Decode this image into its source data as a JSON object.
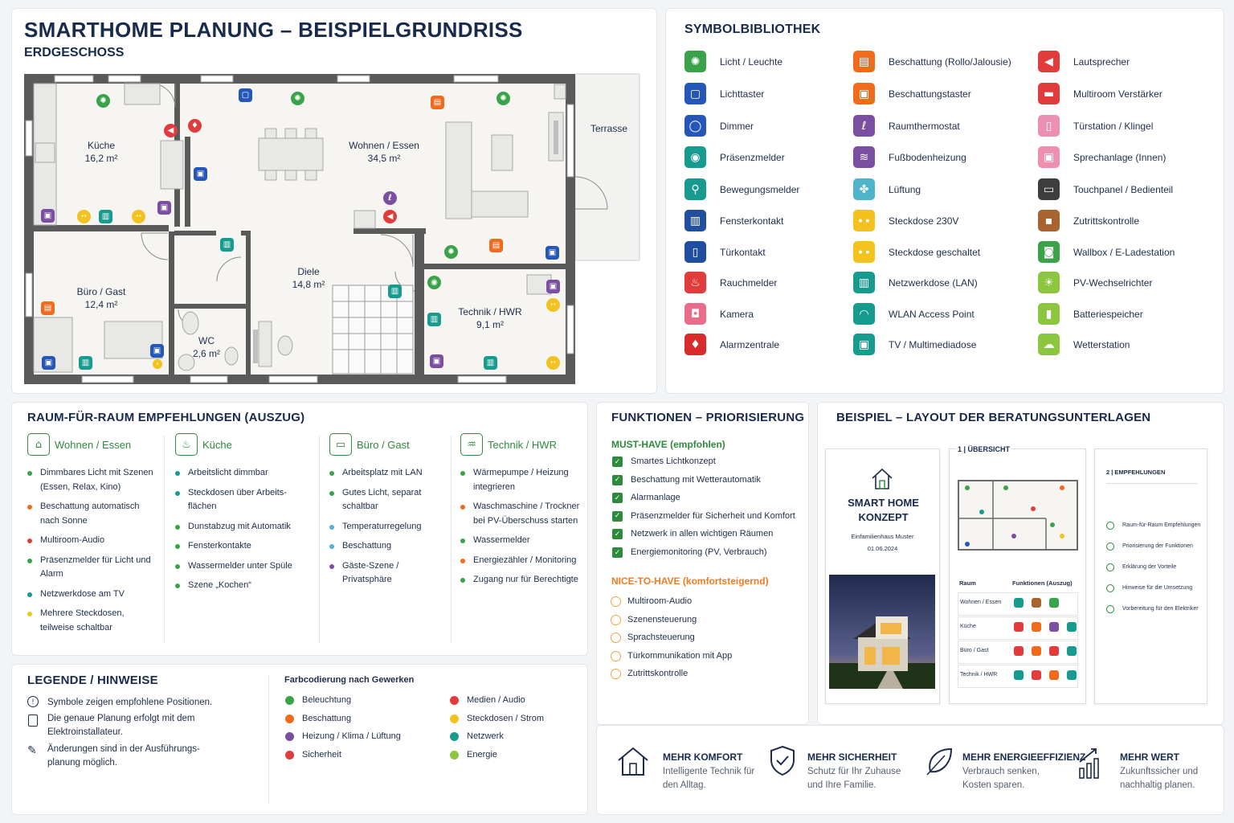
{
  "floorplan": {
    "title": "SMARTHOME PLANUNG – BEISPIELGRUNDRISS",
    "subtitle": "ERDGESCHOSS",
    "rooms": {
      "kueche": {
        "name": "Küche",
        "area": "16,2 m²"
      },
      "wohnen": {
        "name": "Wohnen / Essen",
        "area": "34,5 m²"
      },
      "terrasse": {
        "name": "Terrasse"
      },
      "buero": {
        "name": "Büro / Gast",
        "area": "12,4 m²"
      },
      "diele": {
        "name": "Diele",
        "area": "14,8 m²"
      },
      "technik": {
        "name": "Technik / HWR",
        "area": "9,1 m²"
      },
      "wc": {
        "name": "WC",
        "area": "2,6 m²"
      }
    }
  },
  "library": {
    "title": "SYMBOLBIBLIOTHEK",
    "items": [
      {
        "label": "Licht / Leuchte",
        "icon": "light-icon",
        "color": "#3aa34a"
      },
      {
        "label": "Lichttaster",
        "icon": "light-switch-icon",
        "color": "#2457b8"
      },
      {
        "label": "Dimmer",
        "icon": "dimmer-icon",
        "color": "#2457b8"
      },
      {
        "label": "Präsenzmelder",
        "icon": "presence-icon",
        "color": "#179b8f"
      },
      {
        "label": "Bewegungsmelder",
        "icon": "motion-icon",
        "color": "#179b8f"
      },
      {
        "label": "Fensterkontakt",
        "icon": "window-contact-icon",
        "color": "#1f4f9e"
      },
      {
        "label": "Türkontakt",
        "icon": "door-contact-icon",
        "color": "#1f4f9e"
      },
      {
        "label": "Rauchmelder",
        "icon": "smoke-icon",
        "color": "#e23b3b"
      },
      {
        "label": "Kamera",
        "icon": "camera-icon",
        "color": "#ea6b8a"
      },
      {
        "label": "Alarmzentrale",
        "icon": "alarm-icon",
        "color": "#d92b2b"
      },
      {
        "label": "Beschattung (Rollo/Jalousie)",
        "icon": "shade-icon",
        "color": "#f26a1b"
      },
      {
        "label": "Beschattungstaster",
        "icon": "shade-switch-icon",
        "color": "#f26a1b"
      },
      {
        "label": "Raumthermostat",
        "icon": "thermostat-icon",
        "color": "#7a4ea0"
      },
      {
        "label": "Fußbodenheizung",
        "icon": "floor-heating-icon",
        "color": "#7a4ea0"
      },
      {
        "label": "Lüftung",
        "icon": "ventilation-icon",
        "color": "#4fb3c9"
      },
      {
        "label": "Steckdose 230V",
        "icon": "socket-icon",
        "color": "#f3c21c"
      },
      {
        "label": "Steckdose geschaltet",
        "icon": "switched-socket-icon",
        "color": "#f3c21c"
      },
      {
        "label": "Netzwerkdose (LAN)",
        "icon": "lan-icon",
        "color": "#179b8f"
      },
      {
        "label": "WLAN Access Point",
        "icon": "wifi-icon",
        "color": "#179b8f"
      },
      {
        "label": "TV / Multimediadose",
        "icon": "tv-icon",
        "color": "#179b8f"
      },
      {
        "label": "Lautsprecher",
        "icon": "speaker-icon",
        "color": "#e23b3b"
      },
      {
        "label": "Multiroom Verstärker",
        "icon": "amplifier-icon",
        "color": "#e23b3b"
      },
      {
        "label": "Türstation / Klingel",
        "icon": "doorbell-icon",
        "color": "#ec8fb0"
      },
      {
        "label": "Sprechanlage (Innen)",
        "icon": "intercom-icon",
        "color": "#ec8fb0"
      },
      {
        "label": "Touchpanel / Bedienteil",
        "icon": "touchpanel-icon",
        "color": "#3d3d3d"
      },
      {
        "label": "Zutrittskontrolle",
        "icon": "lock-icon",
        "color": "#a8632e"
      },
      {
        "label": "Wallbox / E-Ladestation",
        "icon": "wallbox-icon",
        "color": "#3aa34a"
      },
      {
        "label": "PV-Wechselrichter",
        "icon": "pv-icon",
        "color": "#8cc63f"
      },
      {
        "label": "Batteriespeicher",
        "icon": "battery-icon",
        "color": "#8cc63f"
      },
      {
        "label": "Wetterstation",
        "icon": "weather-icon",
        "color": "#8cc63f"
      }
    ]
  },
  "recommendations": {
    "title": "RAUM-FÜR-RAUM EMPFEHLUNGEN (AUSZUG)",
    "rooms": [
      {
        "name": "Wohnen / Essen",
        "items": [
          {
            "t": "Dimmbares Licht mit Szenen (Essen, Relax, Kino)",
            "c": "#3aa34a"
          },
          {
            "t": "Beschattung automatisch nach Sonne",
            "c": "#f26a1b"
          },
          {
            "t": "Multiroom-Audio",
            "c": "#e23b3b"
          },
          {
            "t": "Präsenzmelder für Licht und Alarm",
            "c": "#3aa34a"
          },
          {
            "t": "Netzwerkdose am TV",
            "c": "#179b8f"
          },
          {
            "t": "Mehrere Steckdosen, teilweise schaltbar",
            "c": "#f3c21c"
          }
        ]
      },
      {
        "name": "Küche",
        "items": [
          {
            "t": "Arbeitslicht dimmbar",
            "c": "#179b8f"
          },
          {
            "t": "Steckdosen über Arbeits-flächen",
            "c": "#179b8f"
          },
          {
            "t": "Dunstabzug mit Automatik",
            "c": "#3aa34a"
          },
          {
            "t": "Fensterkontakte",
            "c": "#3aa34a"
          },
          {
            "t": "Wassermelder unter Spüle",
            "c": "#3aa34a"
          },
          {
            "t": "Szene „Kochen“",
            "c": "#3aa34a"
          }
        ]
      },
      {
        "name": "Büro / Gast",
        "items": [
          {
            "t": "Arbeitsplatz mit LAN",
            "c": "#3aa34a"
          },
          {
            "t": "Gutes Licht, separat schaltbar",
            "c": "#3aa34a"
          },
          {
            "t": "Temperaturregelung",
            "c": "#4fb3c9"
          },
          {
            "t": "Beschattung",
            "c": "#4fb3c9"
          },
          {
            "t": "Gäste-Szene / Privatsphäre",
            "c": "#7a4ea0"
          }
        ]
      },
      {
        "name": "Technik / HWR",
        "items": [
          {
            "t": "Wärmepumpe / Heizung integrieren",
            "c": "#3aa34a"
          },
          {
            "t": "Waschmaschine / Trockner bei PV-Überschuss starten",
            "c": "#f26a1b"
          },
          {
            "t": "Wassermelder",
            "c": "#3aa34a"
          },
          {
            "t": "Energiezähler / Monitoring",
            "c": "#f26a1b"
          },
          {
            "t": "Zugang nur für Berechtigte",
            "c": "#3aa34a"
          }
        ]
      }
    ]
  },
  "functions": {
    "title": "FUNKTIONEN – PRIORISIERUNG",
    "must_title": "MUST-HAVE (empfohlen)",
    "must": [
      "Smartes Lichtkonzept",
      "Beschattung mit Wetterautomatik",
      "Alarmanlage",
      "Präsenzmelder für Sicherheit und Komfort",
      "Netzwerk in allen wichtigen Räumen",
      "Energiemonitoring (PV, Verbrauch)"
    ],
    "nice_title": "NICE-TO-HAVE (komfortsteigernd)",
    "nice": [
      "Multiroom-Audio",
      "Szenensteuerung",
      "Sprachsteuerung",
      "Türkommunikation mit App",
      "Zutrittskontrolle"
    ]
  },
  "layout": {
    "title": "BEISPIEL – LAYOUT DER BERATUNGSUNTERLAGEN",
    "cover": {
      "title": "SMART HOME KONZEPT",
      "sub": "Einfamilienhaus Muster",
      "date": "01.06.2024"
    },
    "overview": {
      "title": "1 | ÜBERSICHT",
      "col1": "Raum",
      "col2": "Funktionen (Auszug)",
      "rows": [
        "Wohnen / Essen",
        "Küche",
        "Büro / Gast",
        "Technik / HWR"
      ]
    },
    "recs": {
      "title": "2 | EMPFEHLUNGEN",
      "items": [
        "Raum-für-Raum Empfehlungen",
        "Priorisierung der Funktionen",
        "Erklärung der Vorteile",
        "Hinweise für die Umsetzung",
        "Vorbereitung für den Elektriker"
      ]
    }
  },
  "legend": {
    "title": "LEGENDE / HINWEISE",
    "notes": [
      "Symbole zeigen empfohlene Positionen.",
      "Die genaue Planung erfolgt mit dem Elektroinstallateur.",
      "Änderungen sind in der Ausführungs-planung möglich."
    ],
    "color_title": "Farbcodierung nach Gewerken",
    "colors": [
      {
        "label": "Beleuchtung",
        "c": "#3aa34a"
      },
      {
        "label": "Beschattung",
        "c": "#f26a1b"
      },
      {
        "label": "Heizung / Klima / Lüftung",
        "c": "#7a4ea0"
      },
      {
        "label": "Sicherheit",
        "c": "#e23b3b"
      },
      {
        "label": "Medien / Audio",
        "c": "#e23b3b"
      },
      {
        "label": "Steckdosen / Strom",
        "c": "#f3c21c"
      },
      {
        "label": "Netzwerk",
        "c": "#179b8f"
      },
      {
        "label": "Energie",
        "c": "#8cc63f"
      }
    ]
  },
  "benefits": [
    {
      "title": "MEHR KOMFORT",
      "text": "Intelligente Technik für den Alltag.",
      "icon": "home-icon"
    },
    {
      "title": "MEHR SICHERHEIT",
      "text": "Schutz für Ihr Zuhause und Ihre Familie.",
      "icon": "shield-icon"
    },
    {
      "title": "MEHR ENERGIEEFFIZIENZ",
      "text": "Verbrauch senken, Kosten sparen.",
      "icon": "leaf-icon"
    },
    {
      "title": "MEHR WERT",
      "text": "Zukunftssicher und nachhaltig planen.",
      "icon": "growth-chart-icon"
    }
  ]
}
